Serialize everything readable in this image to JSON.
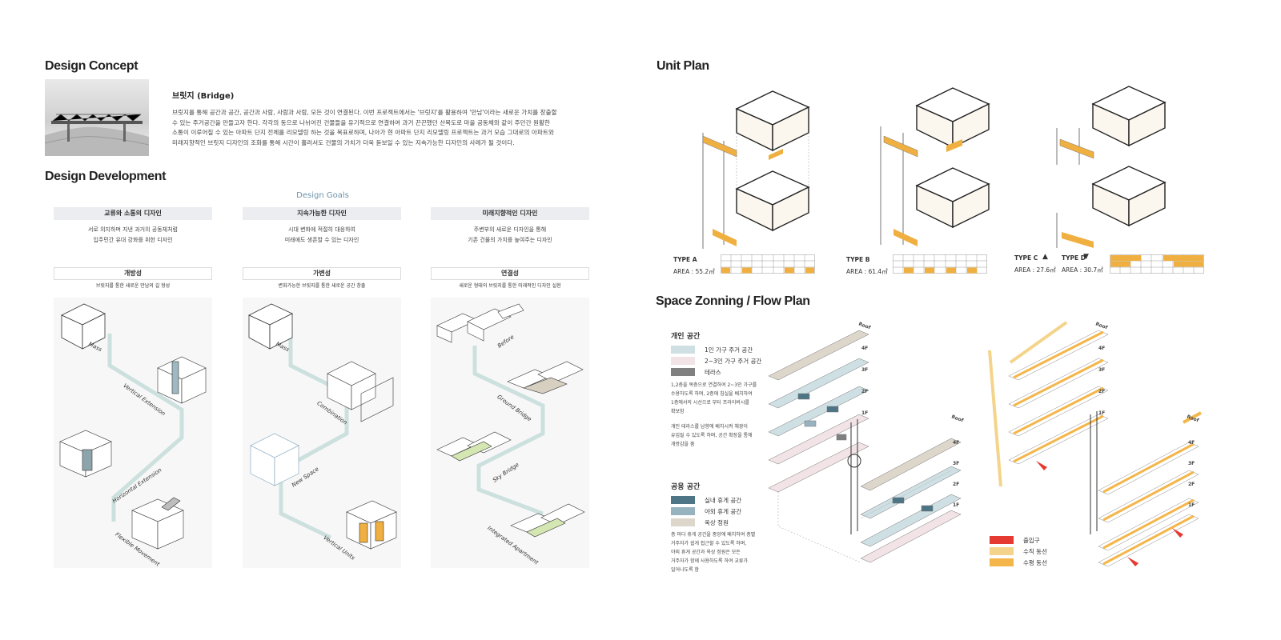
{
  "sections": {
    "design_concept": "Design Concept",
    "design_development": "Design Development",
    "unit_plan": "Unit Plan",
    "space_zoning": "Space Zonning / Flow Plan"
  },
  "concept": {
    "title": "브릿지 (Bridge)",
    "lines": [
      "브릿지를 통해 공간과 공간, 공간과 사람, 사람과 사람, 모든 것이 연결된다. 이번 프로젝트에서는 '브릿지'를 활용하여 '만남'이라는 새로운 가치를 창출할",
      "수 있는 주거공간을 만들고자 한다. 각각의 동으로 나뉘어진 건물들을 유기적으로 연결하여 과거 끈끈했던 산복도로 마을 공동체와 같이 주민간 원활한",
      "소통이 이루어질 수 있는 아파트 단지 전체를 리모델링 하는 것을 목표로하며, 나아가 현 아파트 단지 리모델링 프로젝트는 과거 모습 그대로의 아파트와",
      "미래지향적인 브릿지 디자인의 조화를 통해 시간이 흘러서도 건물의 가치가 더욱 돋보일 수 있는 지속가능한 디자인의 사례가 될 것이다."
    ]
  },
  "development": {
    "goals_heading": "Design Goals",
    "columns": [
      {
        "goal": "교류와 소통의 디자인",
        "desc1": "서로 의지하며 지낸 과거의 공동체처럼",
        "desc2": "입주민간 유대 강화를 위한 디자인",
        "keyword": "개방성",
        "keyword_sub": "브릿지를 통한 새로운 만남의 길 형성",
        "steps": [
          "Mass",
          "Vertical Extension",
          "Horizontal Extension",
          "Flexible Movement"
        ]
      },
      {
        "goal": "지속가능한 디자인",
        "desc1": "시대 변화에 적절히 대응하여",
        "desc2": "미래에도 생존할 수 있는 디자인",
        "keyword": "가변성",
        "keyword_sub": "변화가능한 브릿지를 통한 새로운 공간 창출",
        "steps": [
          "Mass",
          "Combination",
          "New Space",
          "Vertical Units"
        ]
      },
      {
        "goal": "미래지향적인 디자인",
        "desc1": "주변부의 새로운 디자인을 통해",
        "desc2": "기존 건물의 가치를 높여주는 디자인",
        "keyword": "연결성",
        "keyword_sub": "새로운 형태의 브릿지를 통한 미래적인 디자인 실현",
        "steps": [
          "Before",
          "Ground Bridge",
          "Sky Bridge",
          "Integrated Apartment"
        ]
      }
    ]
  },
  "units": [
    {
      "type": "TYPE A",
      "area": "AREA : 55.2㎡"
    },
    {
      "type": "TYPE B",
      "area": "AREA : 61.4㎡"
    },
    {
      "type": "TYPE C",
      "area": "AREA : 27.6㎡"
    },
    {
      "type": "TYPE D",
      "area": "AREA : 30.7㎡"
    }
  ],
  "zoning": {
    "private_head": "개인 공간",
    "private_items": [
      "1인 가구 주거 공간",
      "2~3인 가구 주거 공간",
      "테라스"
    ],
    "private_note": [
      "1,2층을 복층으로 연결하여 2~3인 가구를",
      "수용하도록 하며, 2층에 침실을 배치하여",
      "1층에서의 시선으로 부터 프라이버시를",
      "확보함",
      "",
      "개인 테라스를 남향에 배치시켜 채광이",
      "유입될 수 있도록 하며, 공간 확장을 통해",
      "개방감을 줌"
    ],
    "public_head": "공용 공간",
    "public_items": [
      "실내 휴게 공간",
      "야외 휴게 공간",
      "옥상 정원"
    ],
    "public_note": [
      "층 마다 휴게 공간을 중앙에 배치하여 층별",
      "거주자가 쉽게 접근할 수 있도록 하며,",
      "야외 휴게 공간과 옥상 정원은 모든",
      "거주자가 함께 사용하도록 하여 교류가",
      "일어나도록 함"
    ],
    "flow_items": [
      "출입구",
      "수직 동선",
      "수평 동선"
    ],
    "floors": [
      "Roof",
      "4F",
      "3F",
      "2F",
      "1F"
    ]
  },
  "colors": {
    "accent_orange": "#f0b041",
    "single_unit": "#cfe0e4",
    "multi_unit": "#f1e3e6",
    "terrace": "#808080",
    "indoor_rest": "#4d7585",
    "outdoor_rest": "#97b3bf",
    "rooftop": "#ddd7cb",
    "entrance": "#e53a32",
    "vertical_flow": "#f4d48a",
    "horizontal_flow": "#f4b64a"
  }
}
